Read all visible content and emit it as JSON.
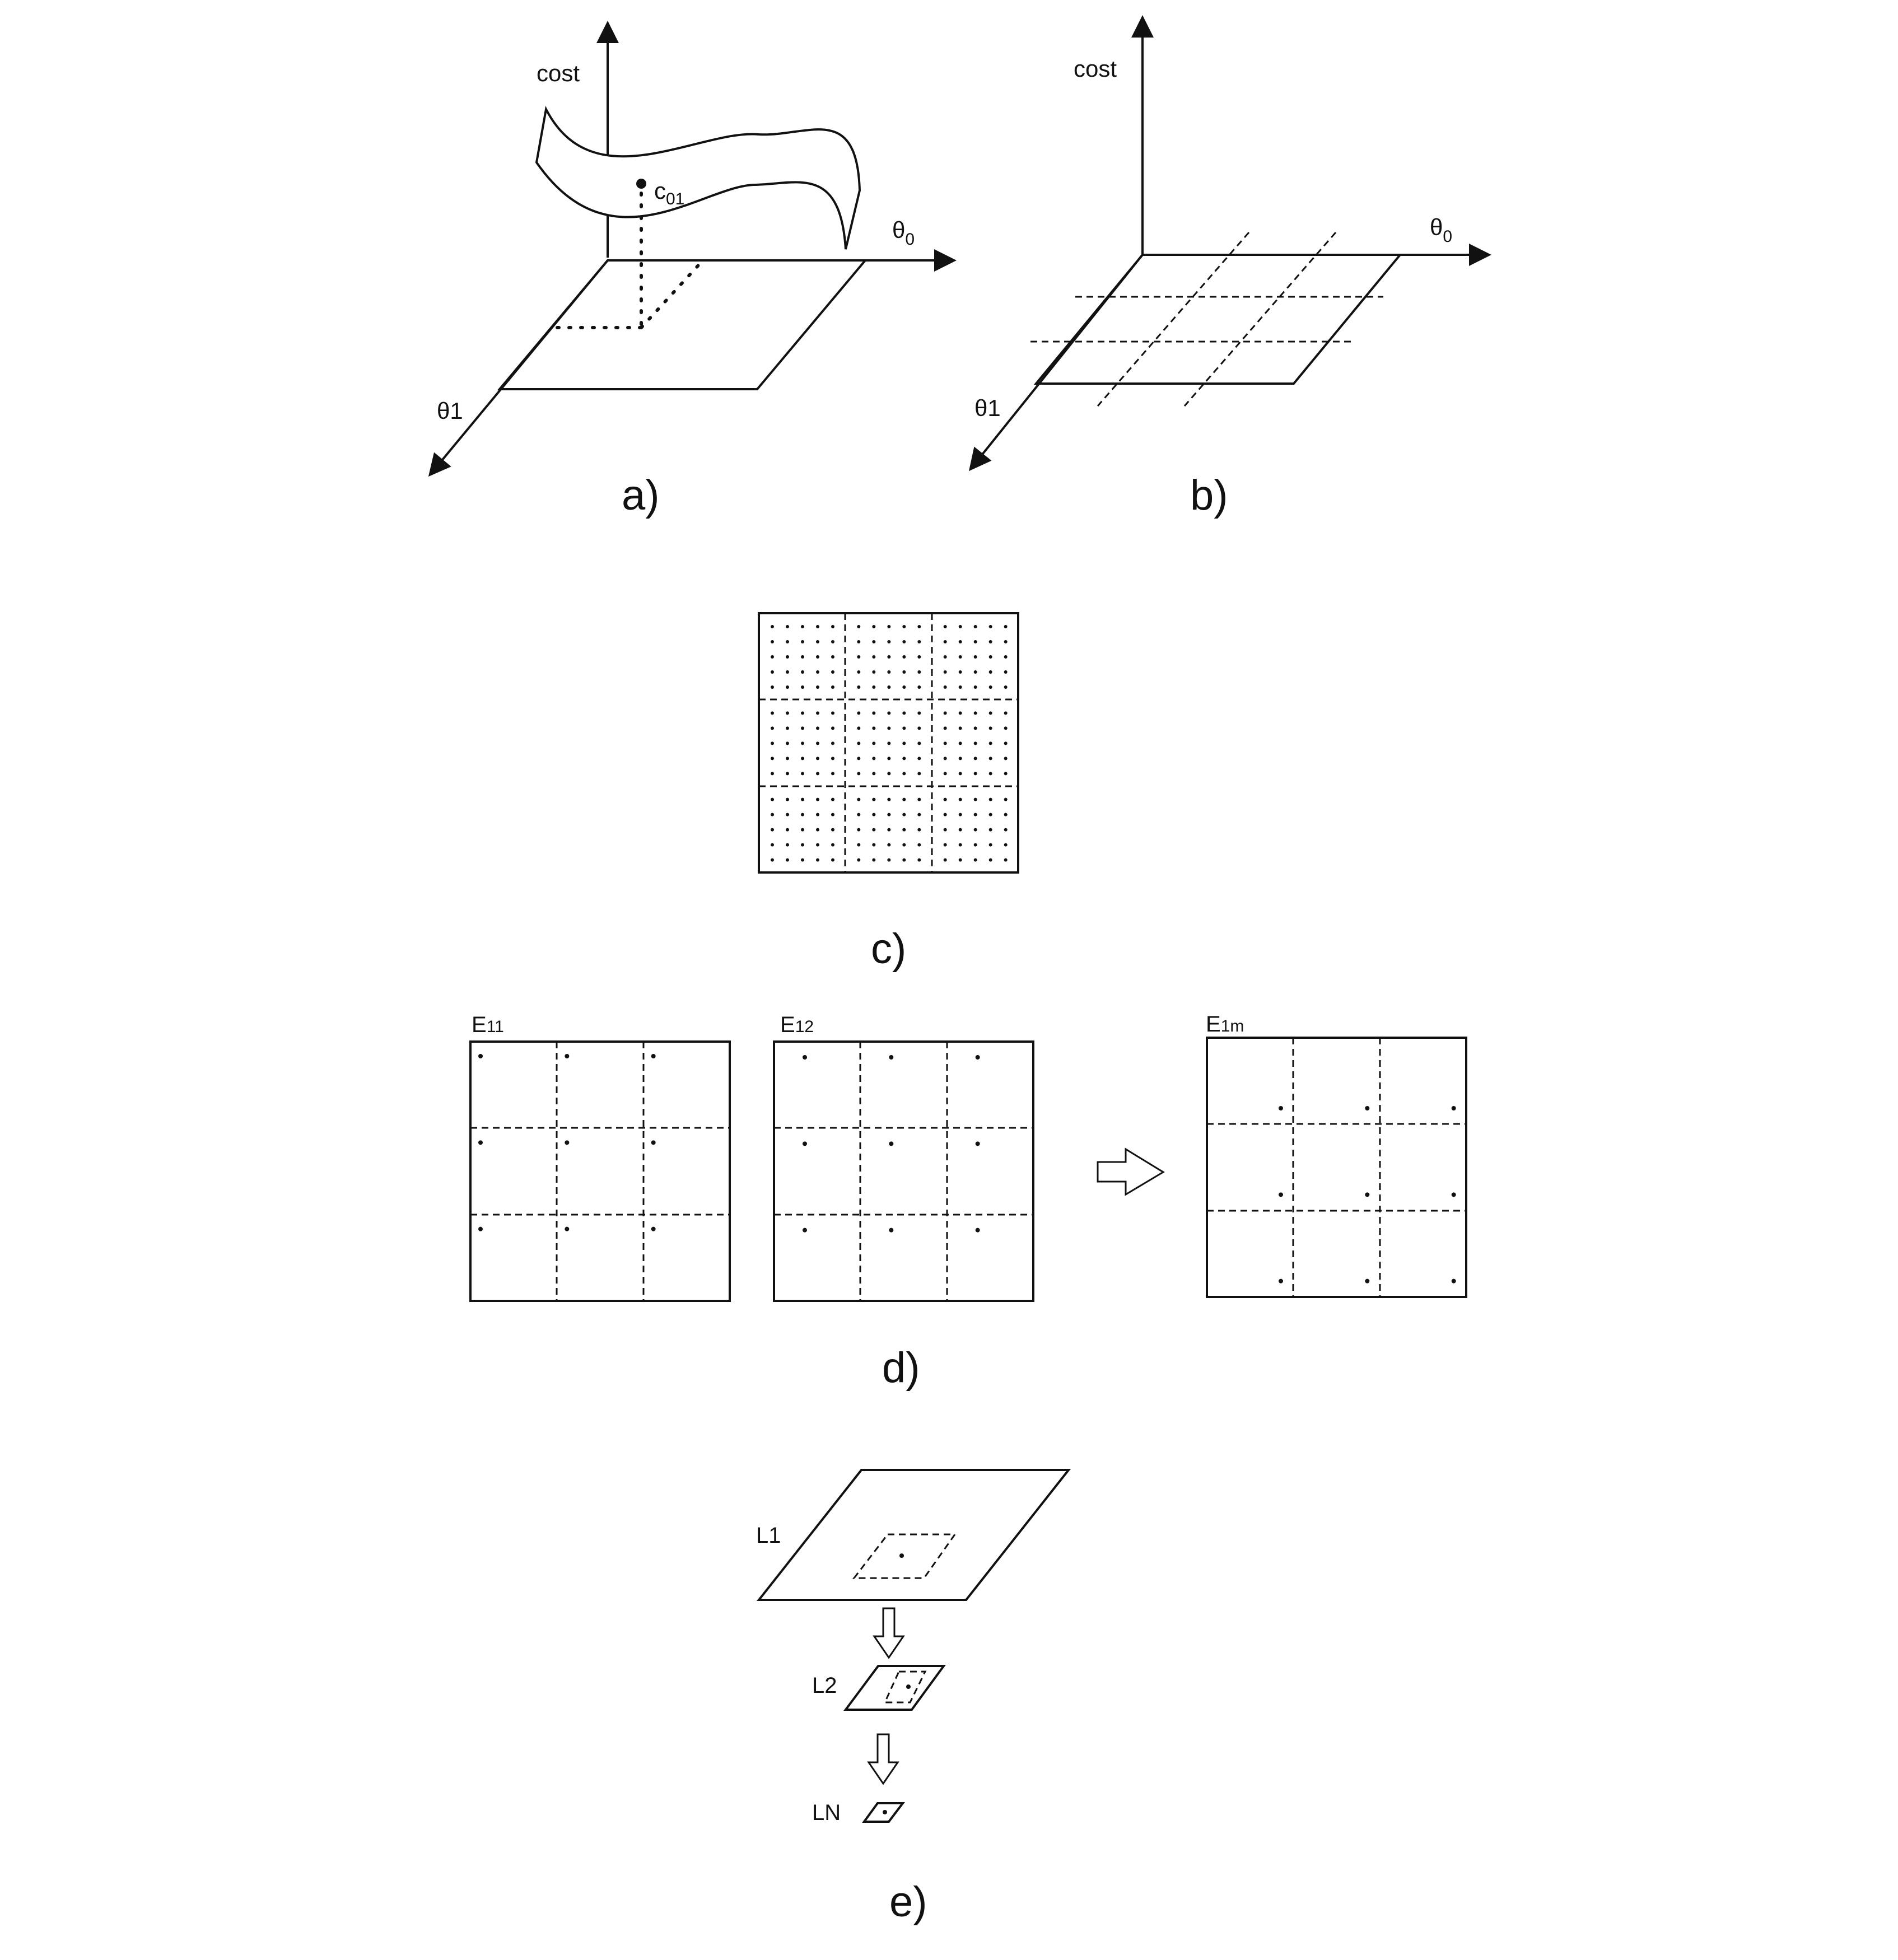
{
  "panels": {
    "a": {
      "label": "a)",
      "axis_cost": "cost",
      "axis_theta0": "θ",
      "axis_theta0_sub": "0",
      "axis_theta1": "θ1",
      "point_label": "c",
      "point_label_sub": "01"
    },
    "b": {
      "label": "b)",
      "axis_cost": "cost",
      "axis_theta0": "θ",
      "axis_theta0_sub": "0",
      "axis_theta1": "θ1"
    },
    "c": {
      "label": "c)"
    },
    "d": {
      "label": "d)",
      "grids": [
        {
          "title": "E",
          "title_sub": "11"
        },
        {
          "title": "E",
          "title_sub": "12"
        },
        {
          "title": "E",
          "title_sub": "1m"
        }
      ]
    },
    "e": {
      "label": "e)",
      "levels": [
        "L1",
        "L2",
        "LN"
      ]
    }
  },
  "colors": {
    "ink": "#111111",
    "background": "#ffffff"
  }
}
